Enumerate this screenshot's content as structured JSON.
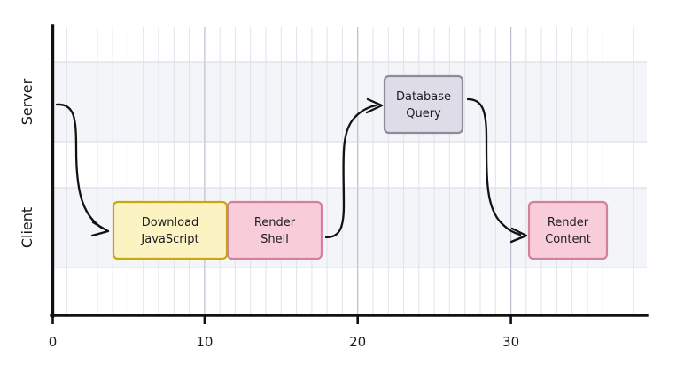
{
  "chart_data": {
    "type": "bar",
    "title": "",
    "subtitle": "",
    "xlabel": "",
    "ylabel": "",
    "xlim": [
      0,
      38.9
    ],
    "xticks": [
      0,
      10,
      20,
      30
    ],
    "xtick_labels": [
      "0",
      "10",
      "20",
      "30"
    ],
    "grid": true,
    "grid_minor_step": 1,
    "grid_major_step": 10,
    "legend": "none",
    "lanes": [
      "Server",
      "Client"
    ],
    "categories": [
      "Download JavaScript",
      "Render Shell",
      "Database Query",
      "Render Content"
    ],
    "series": [
      {
        "name": "timeline-tasks",
        "values": [
          {
            "label": "Download JavaScript",
            "lane": "Client",
            "start": 4.0,
            "end": 11.4,
            "duration": 7.4,
            "fill": "#fbf3c2",
            "stroke": "#c8a70b"
          },
          {
            "label": "Render Shell",
            "lane": "Client",
            "start": 11.5,
            "end": 17.6,
            "duration": 6.1,
            "fill": "#f8ccd9",
            "stroke": "#d1819c"
          },
          {
            "label": "Database Query",
            "lane": "Server",
            "start": 21.6,
            "end": 27.4,
            "duration": 5.8,
            "fill": "#dedce7",
            "stroke": "#8e8a9c"
          },
          {
            "label": "Render Content",
            "lane": "Client",
            "start": 31.2,
            "end": 36.2,
            "duration": 5.0,
            "fill": "#f8ccd9",
            "stroke": "#d1819c"
          }
        ]
      }
    ],
    "arrows": [
      {
        "name": "server-to-download-javascript",
        "from": "Server",
        "to": "Download JavaScript"
      },
      {
        "name": "render-shell-to-database-query",
        "from": "Render Shell",
        "to": "Database Query"
      },
      {
        "name": "database-query-to-render-content",
        "from": "Database Query",
        "to": "Render Content"
      }
    ],
    "colors": {
      "band": "#f3f5f8",
      "grid_minor": "#dfe3ec",
      "grid_major": "#b9bfcd",
      "axis": "#111111",
      "arrow": "#121212",
      "yellow_fill": "#fbf3c2",
      "yellow_stroke": "#c8a70b",
      "pink_fill": "#f8ccd9",
      "pink_stroke": "#d1819c",
      "lavender_fill": "#dedce7",
      "lavender_stroke": "#8e8a9c"
    }
  },
  "axis": {
    "lane_server": "Server",
    "lane_client": "Client",
    "tick_0": "0",
    "tick_10": "10",
    "tick_20": "20",
    "tick_30": "30"
  },
  "tasks": {
    "download_javascript_line1": "Download",
    "download_javascript_line2": "JavaScript",
    "render_shell_line1": "Render",
    "render_shell_line2": "Shell",
    "database_query_line1": "Database",
    "database_query_line2": "Query",
    "render_content_line1": "Render",
    "render_content_line2": "Content"
  }
}
